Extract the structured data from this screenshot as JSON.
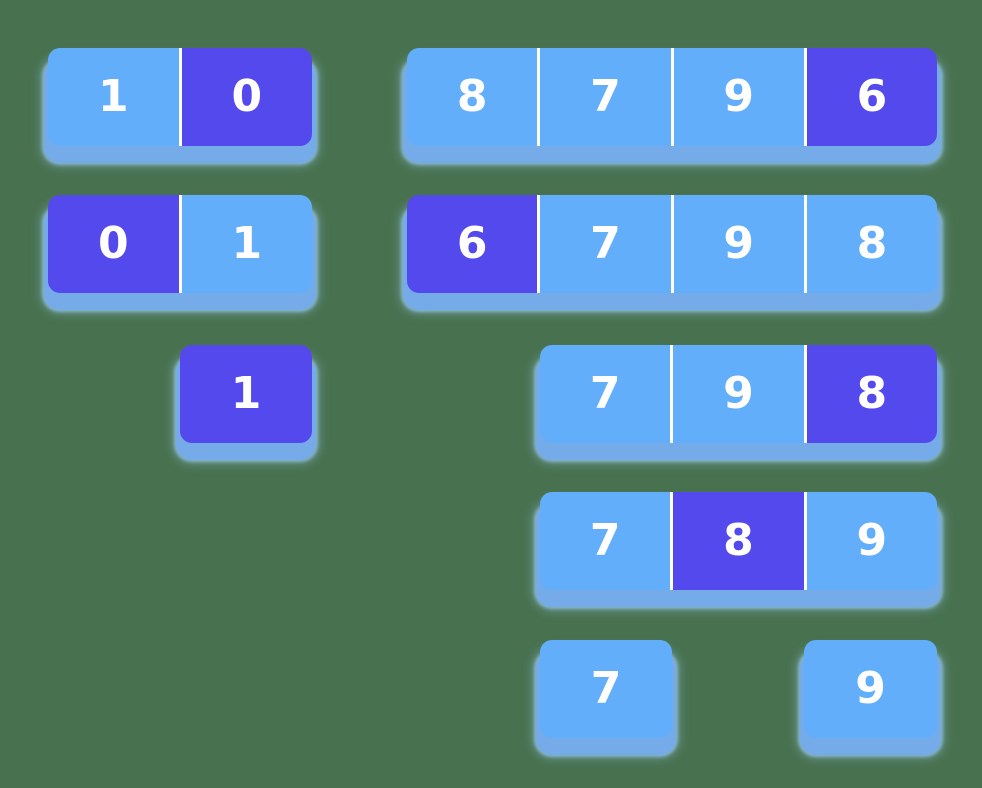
{
  "colors": {
    "background": "#48714f",
    "cell": "#63aefa",
    "cell_highlighted": "#5449ec",
    "base": "#75abe9",
    "divider": "#ffffff",
    "digit": "#ffffff"
  },
  "arrays": {
    "l1": {
      "cells": [
        {
          "value": "1",
          "highlighted": false
        },
        {
          "value": "0",
          "highlighted": true
        }
      ]
    },
    "l2": {
      "cells": [
        {
          "value": "0",
          "highlighted": true
        },
        {
          "value": "1",
          "highlighted": false
        }
      ]
    },
    "l3": {
      "cells": [
        {
          "value": "1",
          "highlighted": true
        }
      ]
    },
    "r1": {
      "cells": [
        {
          "value": "8",
          "highlighted": false
        },
        {
          "value": "7",
          "highlighted": false
        },
        {
          "value": "9",
          "highlighted": false
        },
        {
          "value": "6",
          "highlighted": true
        }
      ]
    },
    "r2": {
      "cells": [
        {
          "value": "6",
          "highlighted": true
        },
        {
          "value": "7",
          "highlighted": false
        },
        {
          "value": "9",
          "highlighted": false
        },
        {
          "value": "8",
          "highlighted": false
        }
      ]
    },
    "r3": {
      "cells": [
        {
          "value": "7",
          "highlighted": false
        },
        {
          "value": "9",
          "highlighted": false
        },
        {
          "value": "8",
          "highlighted": true
        }
      ]
    },
    "r4": {
      "cells": [
        {
          "value": "7",
          "highlighted": false
        },
        {
          "value": "8",
          "highlighted": true
        },
        {
          "value": "9",
          "highlighted": false
        }
      ]
    },
    "r5_left": {
      "cells": [
        {
          "value": "7",
          "highlighted": false
        }
      ]
    },
    "r5_right": {
      "cells": [
        {
          "value": "9",
          "highlighted": false
        }
      ]
    }
  }
}
